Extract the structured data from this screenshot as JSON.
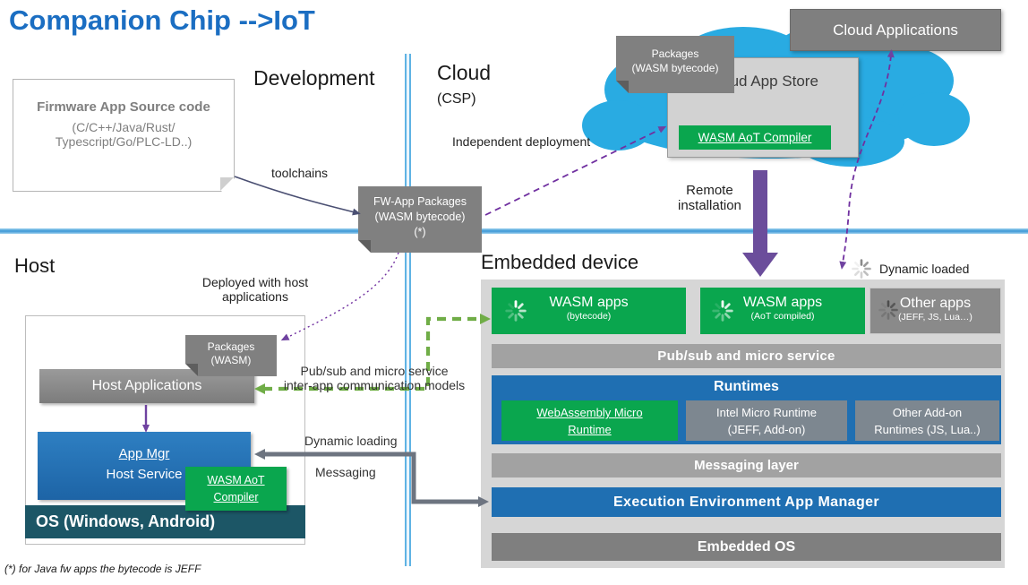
{
  "title": "Companion Chip -->IoT",
  "section_labels": {
    "development": "Development",
    "cloud": "Cloud",
    "cloud_sub": "(CSP)",
    "host": "Host",
    "embedded_device": "Embedded device"
  },
  "firmware_box": {
    "title": "Firmware App Source code",
    "line2": "(C/C++/Java/Rust/",
    "line3": "Typescript/Go/PLC-LD..)"
  },
  "annotations": {
    "toolchains": "toolchains",
    "independent_deployment": "Independent deployment",
    "remote_line1": "Remote",
    "remote_line2": "installation",
    "dynamic_loaded": "Dynamic loaded",
    "deployed_line1": "Deployed with host",
    "deployed_line2": "applications",
    "pubsub_line1": "Pub/sub and micro service",
    "pubsub_line2": "inter-app communication models",
    "dynamic_loading": "Dynamic loading",
    "messaging": "Messaging",
    "footnote": "(*) for Java fw apps the bytecode is JEFF"
  },
  "badges": {
    "fw_app": {
      "line1": "FW-App Packages",
      "line2": "(WASM bytecode)",
      "line3": "(*)"
    },
    "pkg_bytecode": {
      "line1": "Packages",
      "line2": "(WASM bytecode)"
    },
    "pkg_wasm": {
      "line1": "Packages",
      "line2": "(WASM)"
    }
  },
  "cloud_area": {
    "cloud_applications": "Cloud Applications",
    "cloud_app_store": "Cloud App Store",
    "wasm_aot_compiler": "WASM AoT Compiler"
  },
  "host_area": {
    "host_applications": "Host Applications",
    "app_mgr": "App Mgr",
    "host_service": "Host Service",
    "wasm_aot_line1": "WASM AoT",
    "wasm_aot_line2": "Compiler",
    "os_bar": "OS (Windows, Android)"
  },
  "embedded": {
    "apps": [
      {
        "title": "WASM apps",
        "sub": "(bytecode)"
      },
      {
        "title": "WASM apps",
        "sub": "(AoT compiled)"
      },
      {
        "title": "Other apps",
        "sub": "(JEFF, JS, Lua…)"
      }
    ],
    "pubsub_bar": "Pub/sub and micro service",
    "runtimes_title": "Runtimes",
    "runtimes": [
      {
        "line1": "WebAssembly Micro",
        "line2": "Runtime"
      },
      {
        "line1": "Intel Micro Runtime",
        "line2": "(JEFF, Add-on)"
      },
      {
        "line1": "Other Add-on",
        "line2": "Runtimes (JS, Lua..)"
      }
    ],
    "messaging_layer": "Messaging layer",
    "execution_env": "Execution Environment App Manager",
    "embedded_os": "Embedded OS"
  },
  "colors": {
    "title_blue": "#1b6ec2",
    "green": "#0aa64e",
    "gray_box": "#808080",
    "blue_bar": "#1f6fb2",
    "teal_os": "#1c5666",
    "cloud_cyan": "#29abe2",
    "container_gray": "#d6d6d6",
    "purple": "#6b4d9b",
    "green_arrow": "#70ad47",
    "gray_arrow": "#6d7480"
  }
}
